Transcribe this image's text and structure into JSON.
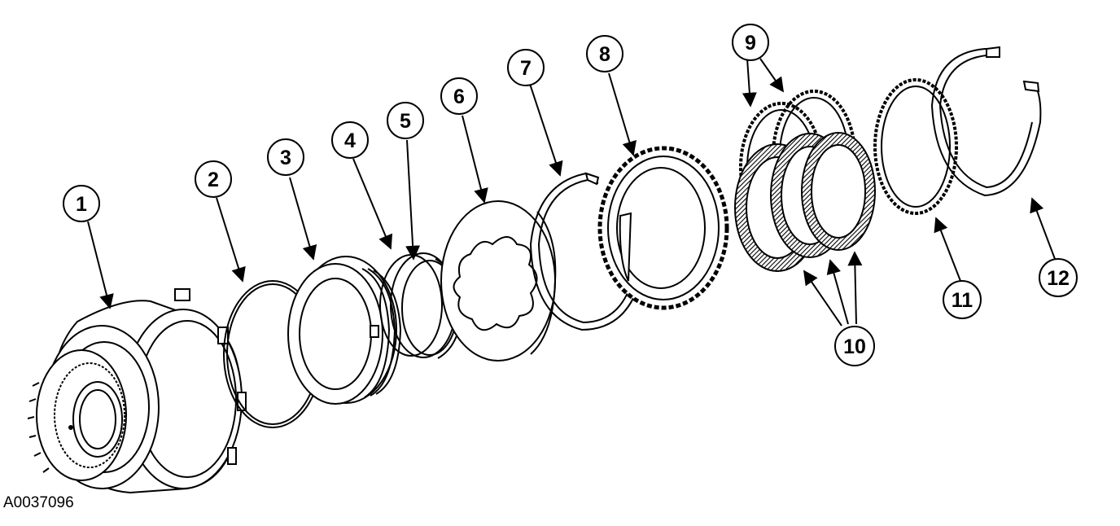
{
  "figure": {
    "id_label": "A0037096"
  },
  "callouts": [
    {
      "label": "1"
    },
    {
      "label": "2"
    },
    {
      "label": "3"
    },
    {
      "label": "4"
    },
    {
      "label": "5"
    },
    {
      "label": "6"
    },
    {
      "label": "7"
    },
    {
      "label": "8"
    },
    {
      "label": "9"
    },
    {
      "label": "10"
    },
    {
      "label": "11"
    },
    {
      "label": "12"
    }
  ],
  "colors": {
    "line": "#000000",
    "background": "#ffffff"
  }
}
